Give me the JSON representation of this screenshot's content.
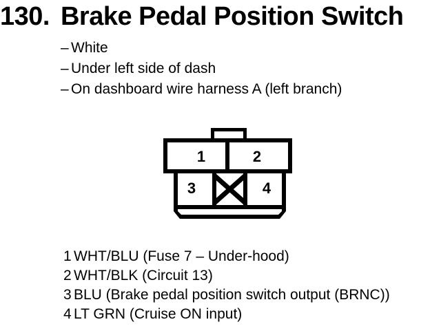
{
  "colors": {
    "background": "#ffffff",
    "ink": "#000000"
  },
  "header": {
    "number": "130.",
    "title": "Brake Pedal Position Switch"
  },
  "location_notes": [
    {
      "dash": "–",
      "text": "White"
    },
    {
      "dash": "–",
      "text": "Under left side of dash"
    },
    {
      "dash": "–",
      "text": "On dashboard wire harness A (left branch)"
    }
  ],
  "connector_diagram": {
    "pin_numbers": [
      "1",
      "2",
      "3",
      "4"
    ]
  },
  "pin_list": [
    {
      "num": "1",
      "desc": "WHT/BLU (Fuse 7 – Under-hood)"
    },
    {
      "num": "2",
      "desc": "WHT/BLK (Circuit 13)"
    },
    {
      "num": "3",
      "desc": "BLU (Brake pedal position switch output (BRNC))"
    },
    {
      "num": "4",
      "desc": "LT GRN (Cruise ON input)"
    }
  ]
}
